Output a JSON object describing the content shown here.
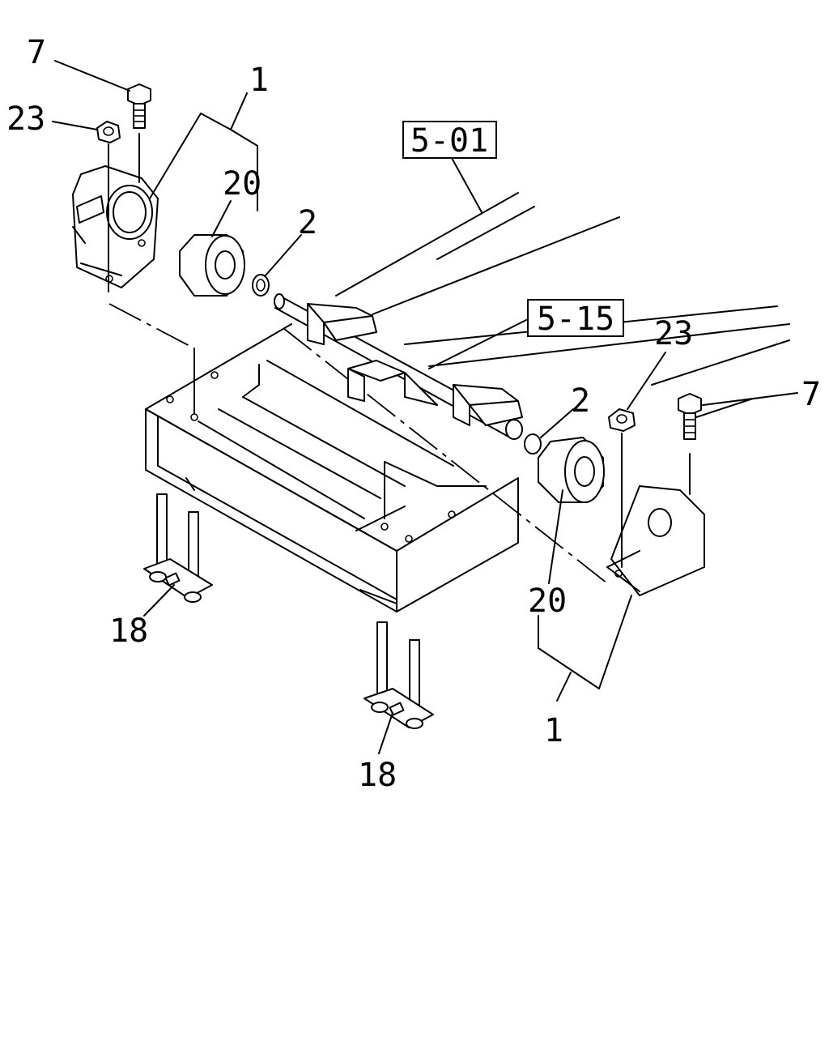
{
  "callouts": {
    "c7_top": "7",
    "c23_top": "23",
    "c1_top": "1",
    "c20_top": "20",
    "c2_top": "2",
    "c23_right": "23",
    "c7_right": "7",
    "c2_right": "2",
    "c20_right": "20",
    "c1_bottom": "1",
    "c18_left": "18",
    "c18_bottom": "18"
  },
  "references": {
    "ref_a": "5-01",
    "ref_b": "5-15"
  }
}
